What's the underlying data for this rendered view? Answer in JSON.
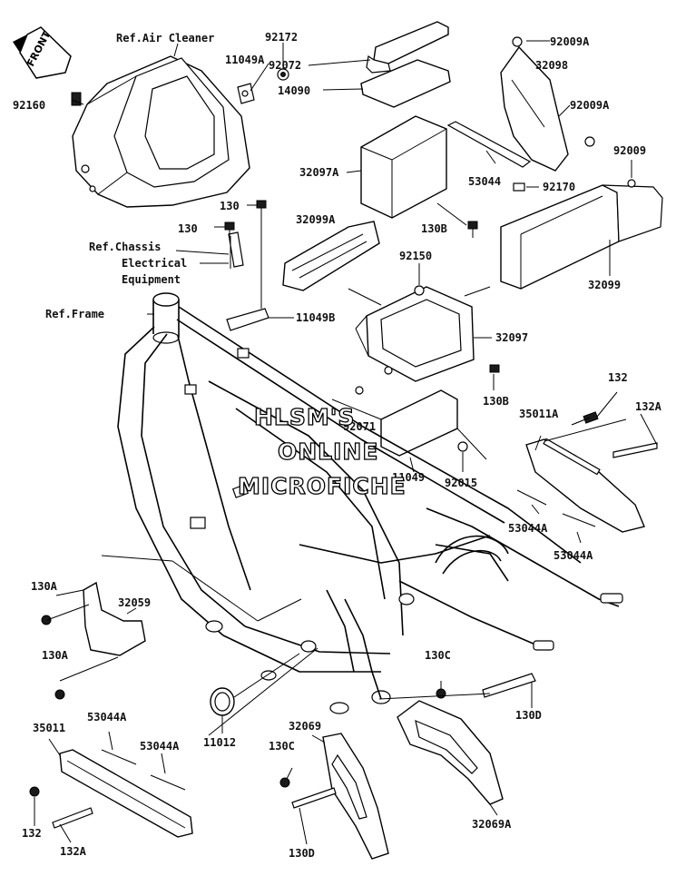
{
  "watermark": {
    "line1": "HLSM'S",
    "line2": "ONLINE",
    "line3": "MICROFICHE"
  },
  "front_arrow": "FRONT",
  "refs": {
    "air_cleaner": "Ref.Air Cleaner",
    "chassis_line1": "Ref.Chassis",
    "chassis_line2": "Electrical",
    "chassis_line3": "Equipment",
    "frame": "Ref.Frame"
  },
  "labels": {
    "p92172": "92172",
    "p11049A": "11049A",
    "p92072": "92072",
    "p14090": "14090",
    "p92160": "92160",
    "p92009A_top": "92009A",
    "p32098": "32098",
    "p92009A_mid": "92009A",
    "p92009": "92009",
    "p32097A": "32097A",
    "p53044": "53044",
    "p92170": "92170",
    "p130_a": "130",
    "p130_b": "130",
    "p32099A": "32099A",
    "p130B_top": "130B",
    "p92150": "92150",
    "p32099": "32099",
    "p11049B": "11049B",
    "p32097": "32097",
    "p132_top": "132",
    "p132A_top": "132A",
    "p130B_mid": "130B",
    "p35011A": "35011A",
    "p92071": "92071",
    "p11049": "11049",
    "p92015": "92015",
    "p53044A_r1": "53044A",
    "p53044A_r2": "53044A",
    "p130A_1": "130A",
    "p32059": "32059",
    "p130A_2": "130A",
    "p130C_r": "130C",
    "p130D_r": "130D",
    "p11012": "11012",
    "p35011": "35011",
    "p53044A_l1": "53044A",
    "p53044A_l2": "53044A",
    "p32069": "32069",
    "p130C_l": "130C",
    "p132_bot": "132",
    "p132A_bot": "132A",
    "p130D_l": "130D",
    "p32069A": "32069A"
  }
}
